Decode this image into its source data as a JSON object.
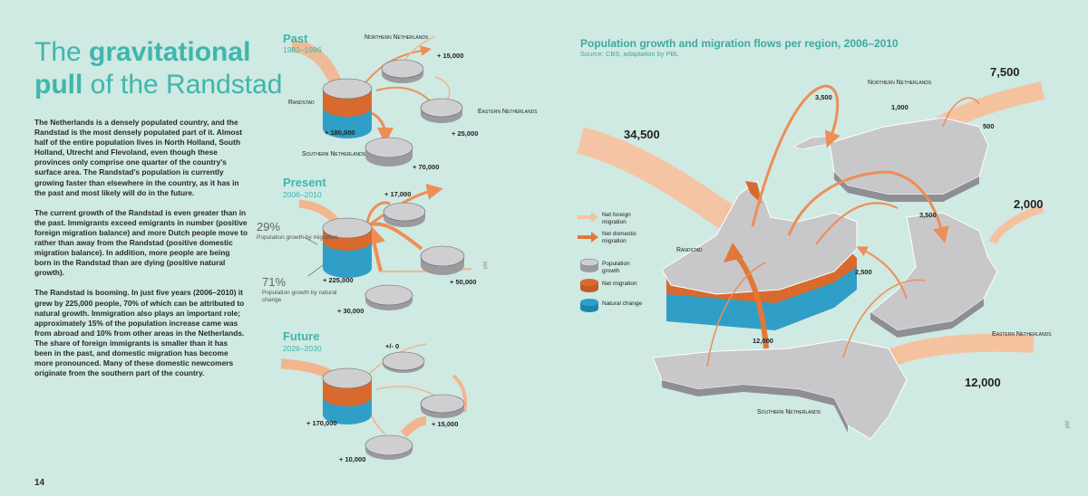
{
  "page": {
    "title_plain1": "The ",
    "title_bold1": "gravitational",
    "title_bold2": "pull",
    "title_plain2": " of the Randstad",
    "paragraphs": [
      "The Netherlands is a densely populated country, and the Randstad is the most densely populated part of it. Almost half of the entire population lives in North Holland, South Holland, Utrecht and Flevoland, even though these provinces only comprise one quarter of the country's surface area. The Randstad's population is currently growing faster than elsewhere in the country, as it has in the past and most likely will do in the future.",
      "The current growth of the Randstad is even greater than in the past. Immigrants exceed emigrants in number (positive foreign migration balance) and more Dutch people move to rather than away from the Randstad (positive domestic migration balance). In addition, more people are being born in the Randstad than are dying (positive natural growth).",
      "The Randstad is booming. In just five years (2006–2010) it grew by 225,000 people, 70% of which can be attributed to natural growth. Immigration also plays an important role; approximately 15% of the population increase came was from abroad and 10% from other areas in the Netherlands. The share of foreign immigrants is smaller than it has been in the past, and domestic migration has become more pronounced. Many of these domestic newcomers originate from the southern part of the country."
    ],
    "page_number": "14"
  },
  "periods": [
    {
      "title": "Past",
      "years": "1982–1986",
      "randstad": "+ 180,000",
      "northern": "+ 15,000",
      "eastern": "+ 25,000",
      "southern": "+ 70,000",
      "label_randstad": "Randstad",
      "label_northern": "Northern Netherlands",
      "label_eastern": "Eastern Netherlands",
      "label_southern": "Southern Netherlands"
    },
    {
      "title": "Present",
      "years": "2006–2010",
      "randstad": "+ 225,000",
      "northern": "+ 17,000",
      "eastern": "+ 50,000",
      "southern": "+ 30,000",
      "pct_migration": "29%",
      "pct_migration_desc": "Population growth by migration",
      "pct_natural": "71%",
      "pct_natural_desc": "Population growth by natural change",
      "credit": "pbl"
    },
    {
      "title": "Future",
      "years": "2026–2030",
      "randstad": "+ 170,000",
      "northern": "+/- 0",
      "eastern": "+ 15,000",
      "southern": "+ 10,000"
    }
  ],
  "map": {
    "title": "Population growth and migration flows per region, 2006–2010",
    "source": "Source: CBS, adaptation by PBL",
    "flows_big": {
      "randstad_foreign": "34,500",
      "northern_foreign": "7,500",
      "eastern_foreign": "2,000",
      "southern_foreign": "12,000"
    },
    "flows_small": {
      "n1": "3,500",
      "n2": "1,000",
      "n3": "500",
      "e1": "3,500",
      "e2": "2,500",
      "s1": "12,000"
    },
    "region_labels": {
      "randstad": "Randstad",
      "northern": "Northern Netherlands",
      "eastern": "Eastern Netherlands",
      "southern": "Southern Netherlands"
    },
    "legend": {
      "foreign": "Net foreign migration",
      "domestic": "Net domestic migration",
      "growth": "Population growth",
      "net_migration": "Net migration",
      "natural": "Natural change"
    },
    "credit": "pbl"
  },
  "colors": {
    "accent": "#3fb6ac",
    "orange": "#e1783a",
    "light_orange": "#f2b58d",
    "blue": "#3aa7cc",
    "grey": "#c8c8ca",
    "background": "#cfe9e3"
  }
}
